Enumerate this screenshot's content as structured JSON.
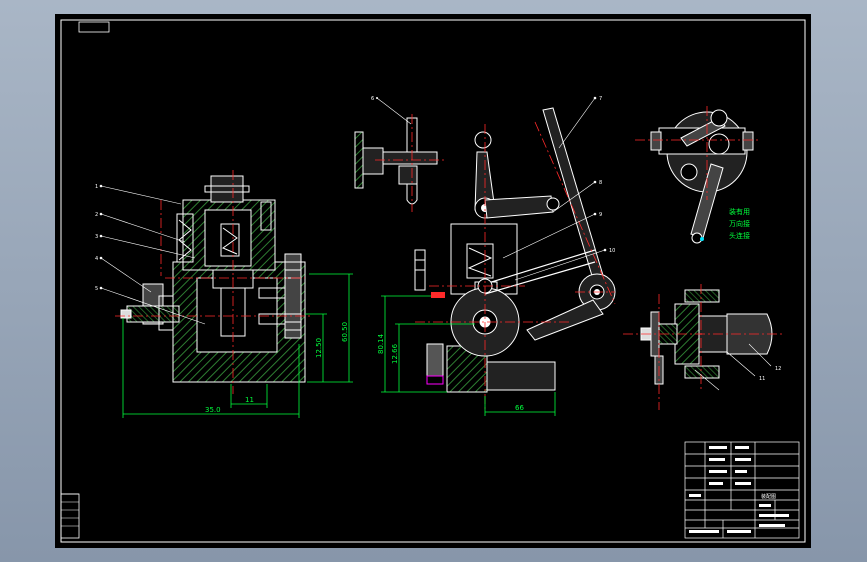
{
  "colors": {
    "background": "#000000",
    "frame": "#ffffff",
    "outline": "#ffffff",
    "centerline": "#ff2a2a",
    "dimension": "#00ff3c",
    "hatch": "#2e7d32",
    "part_fill": "#2a2a2a",
    "cursor_accent": "#ff00ff",
    "annotation": "#00ff3c"
  },
  "dimensions": {
    "front_total_width": "35.0",
    "front_bore_width": "11",
    "front_height_outer": "60.50",
    "front_height_inner": "12.50",
    "side_height_outer": "80.14",
    "side_height_inner": "12.66",
    "side_width": "66"
  },
  "annotations": {
    "top_view_line1": "装有用",
    "top_view_line2": "万向接",
    "top_view_line3": "头连接"
  },
  "part_numbers": [
    "1",
    "2",
    "3",
    "4",
    "5",
    "6",
    "7",
    "8",
    "9",
    "10",
    "11",
    "12"
  ],
  "title_block": {
    "drawing_title": "装配图"
  }
}
